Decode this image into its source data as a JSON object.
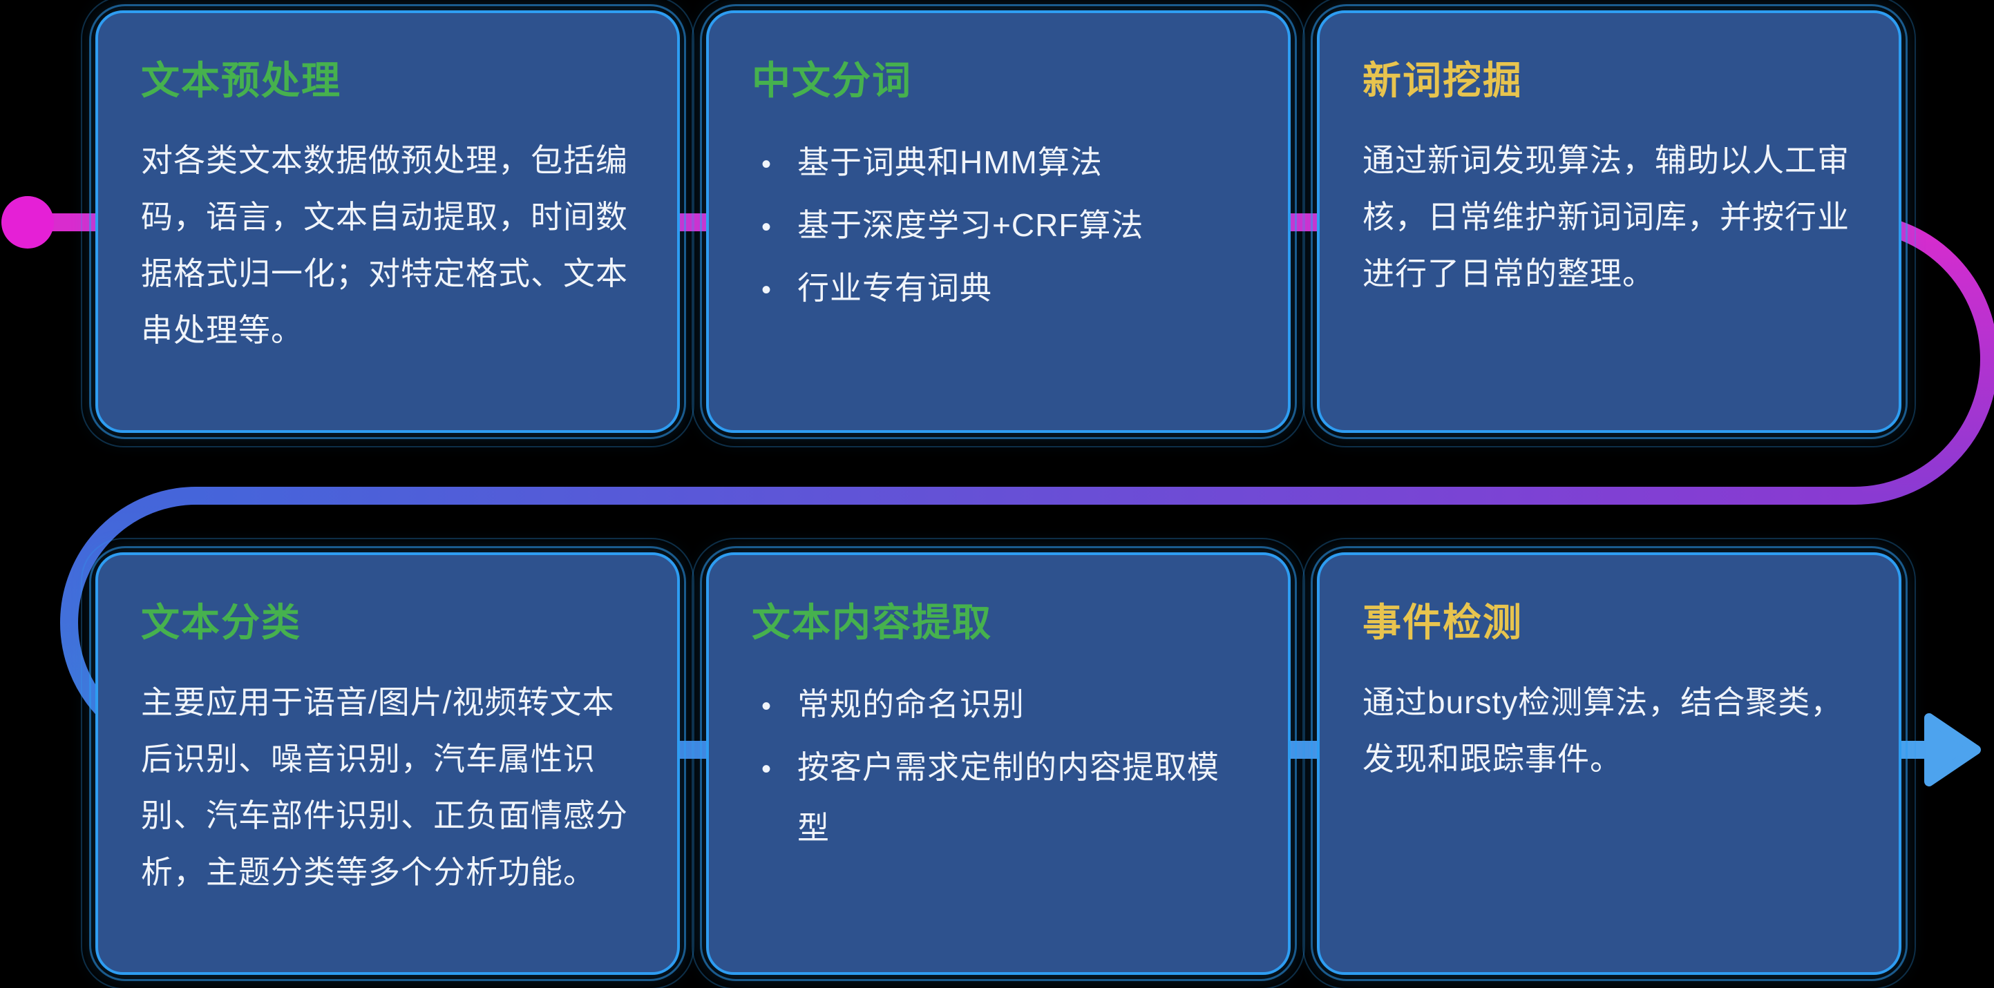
{
  "colors": {
    "background": "#000000",
    "card_bg": "#2e528e",
    "card_border": "#2e9df2",
    "title_green": "#46b14e",
    "title_yellow": "#e8c44e",
    "body_text": "#f0f4fa",
    "magenta": "#d92cce",
    "magenta_dot": "#e520d6",
    "purple": "#8a3ad2",
    "blue": "#4565da",
    "blue_mid": "#3e7cdb",
    "blue_light": "#4da3ee"
  },
  "flow": {
    "start_marker": "magenta-dot",
    "end_marker": "blue-arrow-right"
  },
  "cards": [
    {
      "id": "text-preprocessing",
      "title": "文本预处理",
      "title_color": "green",
      "body": "对各类文本数据做预处理，包括编码，语言，文本自动提取，时间数据格式归一化；对特定格式、文本串处理等。"
    },
    {
      "id": "chinese-word-segmentation",
      "title": "中文分词",
      "title_color": "green",
      "bullets": [
        "基于词典和HMM算法",
        "基于深度学习+CRF算法",
        "行业专有词典"
      ]
    },
    {
      "id": "new-word-mining",
      "title": "新词挖掘",
      "title_color": "yellow",
      "body": "通过新词发现算法，辅助以人工审核，日常维护新词词库，并按行业进行了日常的整理。"
    },
    {
      "id": "text-classification",
      "title": "文本分类",
      "title_color": "green",
      "body": "主要应用于语音/图片/视频转文本后识别、噪音识别，汽车属性识别、汽车部件识别、正负面情感分析，主题分类等多个分析功能。"
    },
    {
      "id": "text-content-extraction",
      "title": "文本内容提取",
      "title_color": "green",
      "bullets": [
        "常规的命名识别",
        "按客户需求定制的内容提取模型"
      ]
    },
    {
      "id": "event-detection",
      "title": "事件检测",
      "title_color": "yellow",
      "body": "通过bursty检测算法，结合聚类，发现和跟踪事件。"
    }
  ]
}
